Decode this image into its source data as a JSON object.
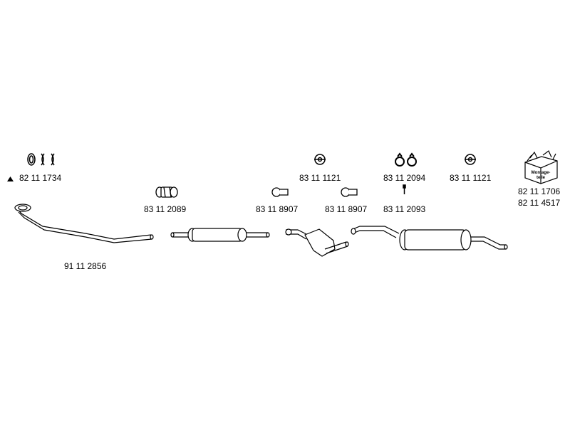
{
  "diagram": {
    "parts": [
      {
        "name": "front-pipe",
        "number": "91 11 2856"
      },
      {
        "name": "gasket-set",
        "number": "82 11 1734"
      },
      {
        "name": "clamp-front",
        "number": "83 11 2089"
      },
      {
        "name": "clamp-mid-left",
        "number": "83 11 8907"
      },
      {
        "name": "clamp-mid-right",
        "number": "83 11 8907"
      },
      {
        "name": "rubber-ring-1",
        "number": "83 11 1121"
      },
      {
        "name": "rubber-ring-pair",
        "number": "83 11 2094"
      },
      {
        "name": "bolt",
        "number": "83 11 2093"
      },
      {
        "name": "rubber-ring-2",
        "number": "83 11 1121"
      },
      {
        "name": "mounting-kit-a",
        "number": "82 11 1706"
      },
      {
        "name": "mounting-kit-b",
        "number": "82 11 4517"
      }
    ],
    "mounting_box_label": "Montage-teile",
    "colors": {
      "line": "#000000",
      "fill": "#ffffff",
      "shade": "#d8d8d8"
    }
  }
}
